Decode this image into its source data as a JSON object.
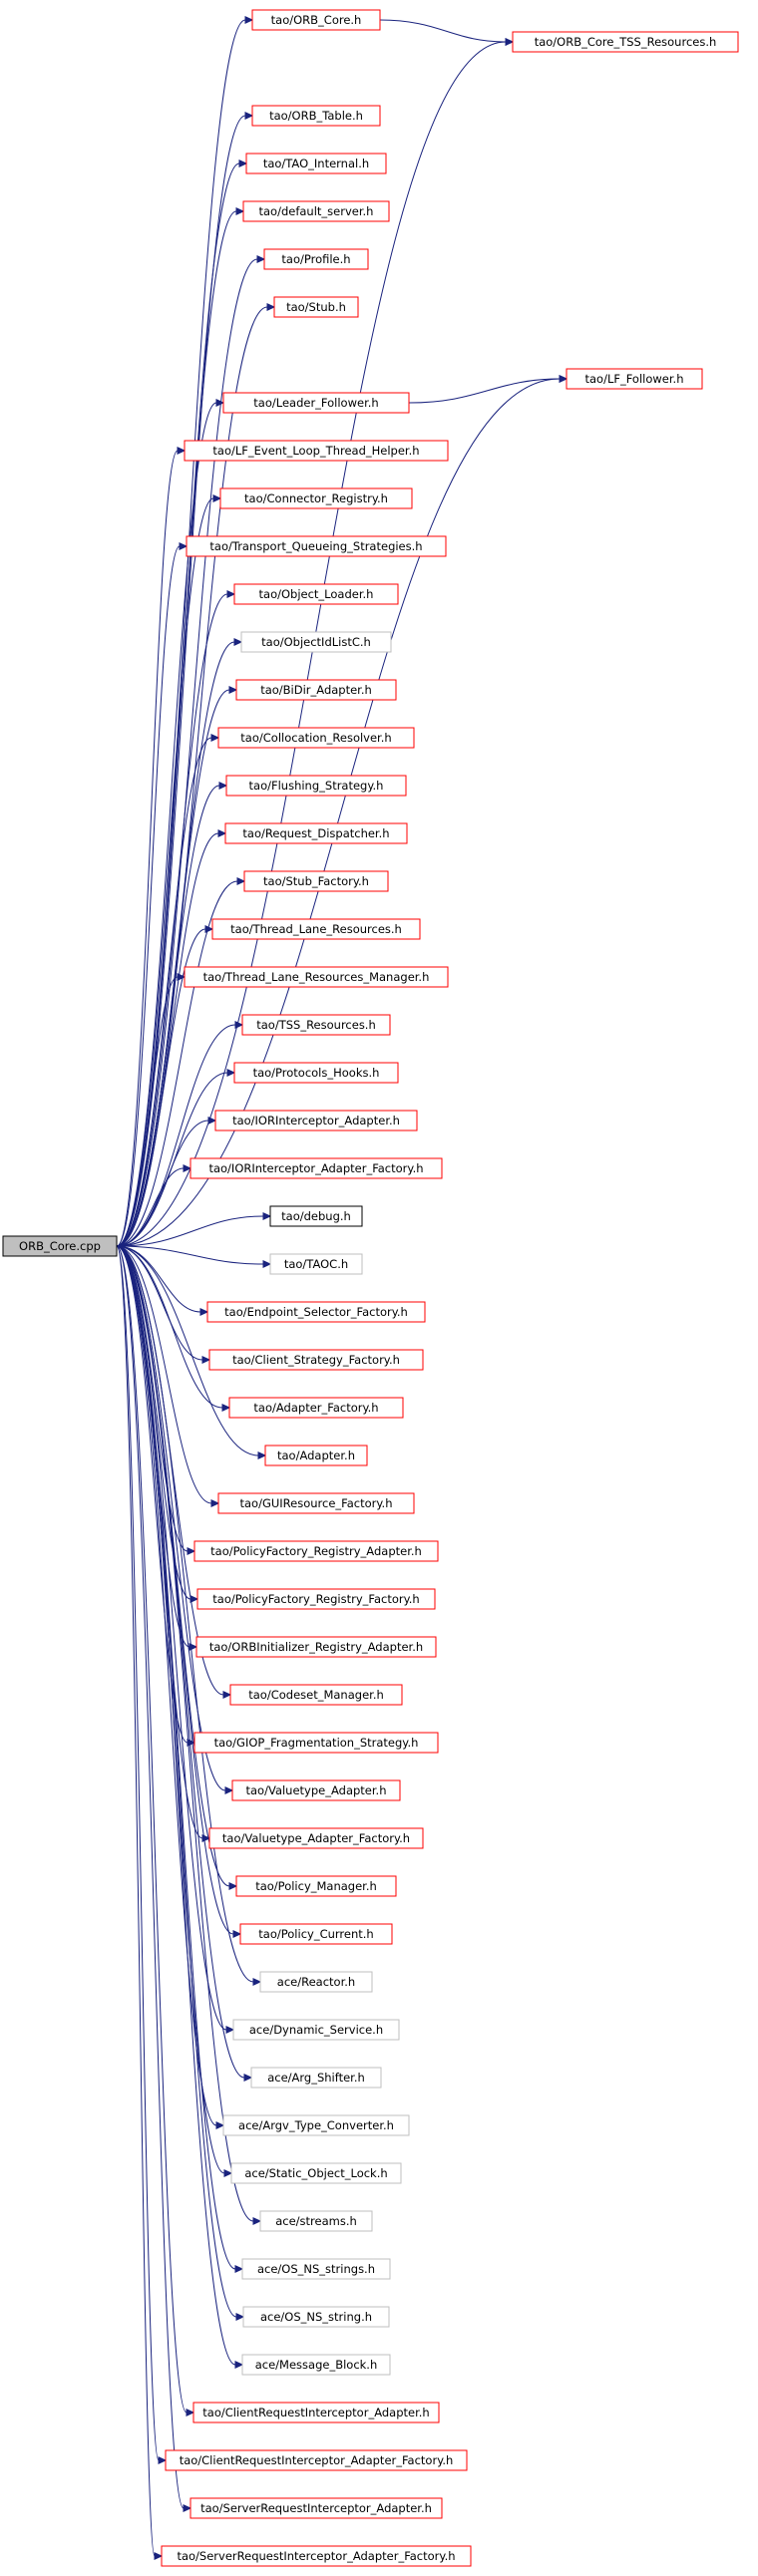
{
  "graph": {
    "root": {
      "id": "root",
      "label": "ORB_Core.cpp",
      "style": "root"
    },
    "nodes": [
      {
        "id": "n1",
        "label": "tao/ORB_Core.h",
        "style": "red"
      },
      {
        "id": "n2",
        "label": "tao/ORB_Core_TSS_Resources.h",
        "style": "red"
      },
      {
        "id": "n3",
        "label": "tao/ORB_Table.h",
        "style": "red"
      },
      {
        "id": "n4",
        "label": "tao/TAO_Internal.h",
        "style": "red"
      },
      {
        "id": "n5",
        "label": "tao/default_server.h",
        "style": "red"
      },
      {
        "id": "n6",
        "label": "tao/Profile.h",
        "style": "red"
      },
      {
        "id": "n7",
        "label": "tao/Stub.h",
        "style": "red"
      },
      {
        "id": "n8",
        "label": "tao/LF_Follower.h",
        "style": "red"
      },
      {
        "id": "n9",
        "label": "tao/Leader_Follower.h",
        "style": "red"
      },
      {
        "id": "n10",
        "label": "tao/LF_Event_Loop_Thread_Helper.h",
        "style": "red"
      },
      {
        "id": "n11",
        "label": "tao/Connector_Registry.h",
        "style": "red"
      },
      {
        "id": "n12",
        "label": "tao/Transport_Queueing_Strategies.h",
        "style": "red"
      },
      {
        "id": "n13",
        "label": "tao/Object_Loader.h",
        "style": "red"
      },
      {
        "id": "n14",
        "label": "tao/ObjectIdListC.h",
        "style": "gray"
      },
      {
        "id": "n15",
        "label": "tao/BiDir_Adapter.h",
        "style": "red"
      },
      {
        "id": "n16",
        "label": "tao/Collocation_Resolver.h",
        "style": "red"
      },
      {
        "id": "n17",
        "label": "tao/Flushing_Strategy.h",
        "style": "red"
      },
      {
        "id": "n18",
        "label": "tao/Request_Dispatcher.h",
        "style": "red"
      },
      {
        "id": "n19",
        "label": "tao/Stub_Factory.h",
        "style": "red"
      },
      {
        "id": "n20",
        "label": "tao/Thread_Lane_Resources.h",
        "style": "red"
      },
      {
        "id": "n21",
        "label": "tao/Thread_Lane_Resources_Manager.h",
        "style": "red"
      },
      {
        "id": "n22",
        "label": "tao/TSS_Resources.h",
        "style": "red"
      },
      {
        "id": "n23",
        "label": "tao/Protocols_Hooks.h",
        "style": "red"
      },
      {
        "id": "n24",
        "label": "tao/IORInterceptor_Adapter.h",
        "style": "red"
      },
      {
        "id": "n25",
        "label": "tao/IORInterceptor_Adapter_Factory.h",
        "style": "red"
      },
      {
        "id": "n26",
        "label": "tao/debug.h",
        "style": "black"
      },
      {
        "id": "n27",
        "label": "tao/TAOC.h",
        "style": "gray"
      },
      {
        "id": "n28",
        "label": "tao/Endpoint_Selector_Factory.h",
        "style": "red"
      },
      {
        "id": "n29",
        "label": "tao/Client_Strategy_Factory.h",
        "style": "red"
      },
      {
        "id": "n30",
        "label": "tao/Adapter_Factory.h",
        "style": "red"
      },
      {
        "id": "n31",
        "label": "tao/Adapter.h",
        "style": "red"
      },
      {
        "id": "n32",
        "label": "tao/GUIResource_Factory.h",
        "style": "red"
      },
      {
        "id": "n33",
        "label": "tao/PolicyFactory_Registry_Adapter.h",
        "style": "red"
      },
      {
        "id": "n34",
        "label": "tao/PolicyFactory_Registry_Factory.h",
        "style": "red"
      },
      {
        "id": "n35",
        "label": "tao/ORBInitializer_Registry_Adapter.h",
        "style": "red"
      },
      {
        "id": "n36",
        "label": "tao/Codeset_Manager.h",
        "style": "red"
      },
      {
        "id": "n37",
        "label": "tao/GIOP_Fragmentation_Strategy.h",
        "style": "red"
      },
      {
        "id": "n38",
        "label": "tao/Valuetype_Adapter.h",
        "style": "red"
      },
      {
        "id": "n39",
        "label": "tao/Valuetype_Adapter_Factory.h",
        "style": "red"
      },
      {
        "id": "n40",
        "label": "tao/Policy_Manager.h",
        "style": "red"
      },
      {
        "id": "n41",
        "label": "tao/Policy_Current.h",
        "style": "red"
      },
      {
        "id": "n42",
        "label": "ace/Reactor.h",
        "style": "gray"
      },
      {
        "id": "n43",
        "label": "ace/Dynamic_Service.h",
        "style": "gray"
      },
      {
        "id": "n44",
        "label": "ace/Arg_Shifter.h",
        "style": "gray"
      },
      {
        "id": "n45",
        "label": "ace/Argv_Type_Converter.h",
        "style": "gray"
      },
      {
        "id": "n46",
        "label": "ace/Static_Object_Lock.h",
        "style": "gray"
      },
      {
        "id": "n47",
        "label": "ace/streams.h",
        "style": "gray"
      },
      {
        "id": "n48",
        "label": "ace/OS_NS_strings.h",
        "style": "gray"
      },
      {
        "id": "n49",
        "label": "ace/OS_NS_string.h",
        "style": "gray"
      },
      {
        "id": "n50",
        "label": "ace/Message_Block.h",
        "style": "gray"
      },
      {
        "id": "n51",
        "label": "tao/ClientRequestInterceptor_Adapter.h",
        "style": "red"
      },
      {
        "id": "n52",
        "label": "tao/ClientRequestInterceptor_Adapter_Factory.h",
        "style": "red"
      },
      {
        "id": "n53",
        "label": "tao/ServerRequestInterceptor_Adapter.h",
        "style": "red"
      },
      {
        "id": "n54",
        "label": "tao/ServerRequestInterceptor_Adapter_Factory.h",
        "style": "red"
      }
    ],
    "edges": [
      [
        "root",
        "n1"
      ],
      [
        "root",
        "n2"
      ],
      [
        "root",
        "n3"
      ],
      [
        "root",
        "n4"
      ],
      [
        "root",
        "n5"
      ],
      [
        "root",
        "n6"
      ],
      [
        "root",
        "n7"
      ],
      [
        "root",
        "n8"
      ],
      [
        "root",
        "n9"
      ],
      [
        "root",
        "n10"
      ],
      [
        "root",
        "n11"
      ],
      [
        "root",
        "n12"
      ],
      [
        "root",
        "n13"
      ],
      [
        "root",
        "n14"
      ],
      [
        "root",
        "n15"
      ],
      [
        "root",
        "n16"
      ],
      [
        "root",
        "n17"
      ],
      [
        "root",
        "n18"
      ],
      [
        "root",
        "n19"
      ],
      [
        "root",
        "n20"
      ],
      [
        "root",
        "n21"
      ],
      [
        "root",
        "n22"
      ],
      [
        "root",
        "n23"
      ],
      [
        "root",
        "n24"
      ],
      [
        "root",
        "n25"
      ],
      [
        "root",
        "n26"
      ],
      [
        "root",
        "n27"
      ],
      [
        "root",
        "n28"
      ],
      [
        "root",
        "n29"
      ],
      [
        "root",
        "n30"
      ],
      [
        "root",
        "n31"
      ],
      [
        "root",
        "n32"
      ],
      [
        "root",
        "n33"
      ],
      [
        "root",
        "n34"
      ],
      [
        "root",
        "n35"
      ],
      [
        "root",
        "n36"
      ],
      [
        "root",
        "n37"
      ],
      [
        "root",
        "n38"
      ],
      [
        "root",
        "n39"
      ],
      [
        "root",
        "n40"
      ],
      [
        "root",
        "n41"
      ],
      [
        "root",
        "n42"
      ],
      [
        "root",
        "n43"
      ],
      [
        "root",
        "n44"
      ],
      [
        "root",
        "n45"
      ],
      [
        "root",
        "n46"
      ],
      [
        "root",
        "n47"
      ],
      [
        "root",
        "n48"
      ],
      [
        "root",
        "n49"
      ],
      [
        "root",
        "n50"
      ],
      [
        "root",
        "n51"
      ],
      [
        "root",
        "n52"
      ],
      [
        "root",
        "n53"
      ],
      [
        "root",
        "n54"
      ],
      [
        "n1",
        "n2"
      ],
      [
        "n9",
        "n8"
      ]
    ]
  },
  "colors": {
    "edge": "#1a237e",
    "red_border": "#ff0000",
    "gray_border": "#bfbfbf",
    "black_border": "#000000",
    "root_fill": "#bfbfbf",
    "node_fill": "#ffffff"
  }
}
